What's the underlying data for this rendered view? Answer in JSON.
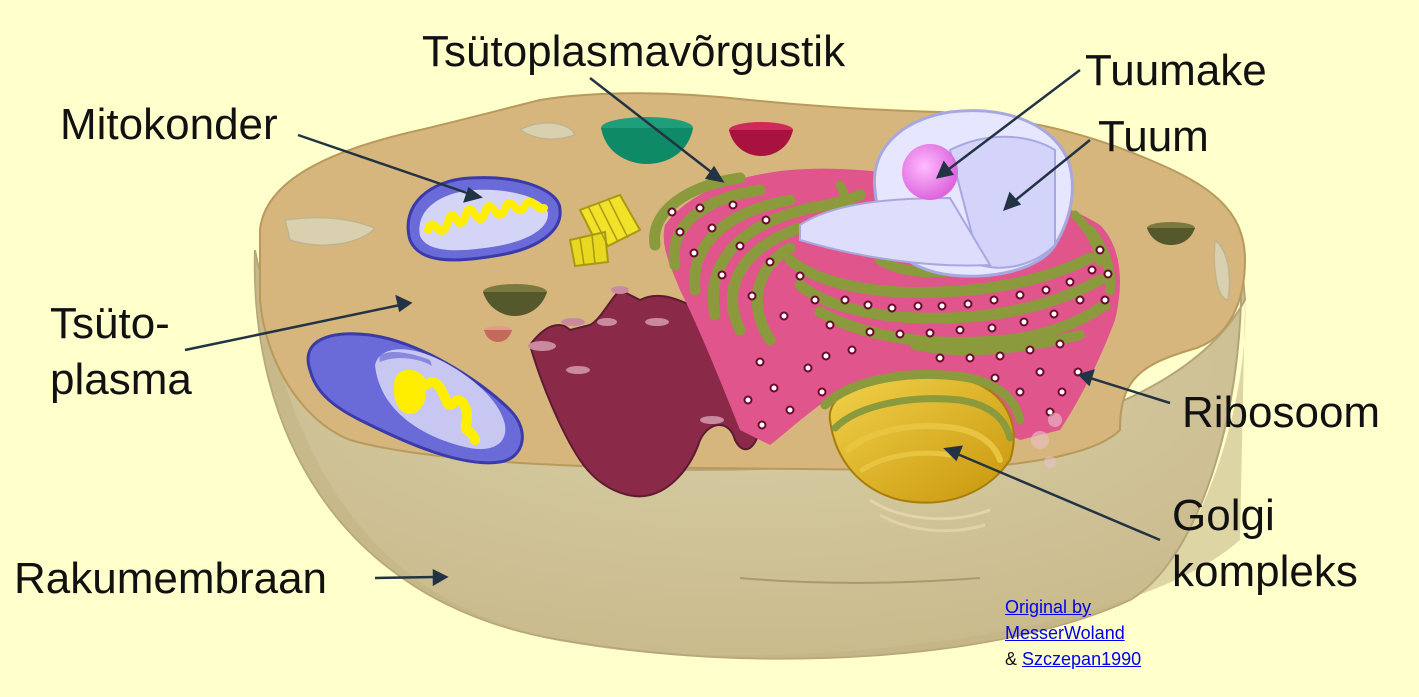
{
  "labels": {
    "er": "Tsütoplasmavõrgustik",
    "mitochondrion": "Mitokonder",
    "nucleolus": "Tuumake",
    "nucleus": "Tuum",
    "cytoplasm_line1": "Tsüto-",
    "cytoplasm_line2": "plasma",
    "ribosome": "Ribosoom",
    "golgi_line1": "Golgi",
    "golgi_line2": "kompleks",
    "membrane": "Rakumembraan"
  },
  "credit": {
    "line1": "Original by",
    "line2": "MesserWoland",
    "amp": "&",
    "line3": "Szczepan1990"
  },
  "colors": {
    "background": "#ffffcc",
    "cytoplasm": "#d9b87a",
    "membrane": "#c7b88a",
    "rough_er": "#e0568c",
    "er_membrane": "#8a9a3c",
    "smooth_er": "#8a2a48",
    "nucleus": "#e6e6ff",
    "nucleolus": "#ee88ee",
    "mitochondrion": "#5555cc",
    "cristae": "#ffee00",
    "golgi": "#d4a812"
  }
}
